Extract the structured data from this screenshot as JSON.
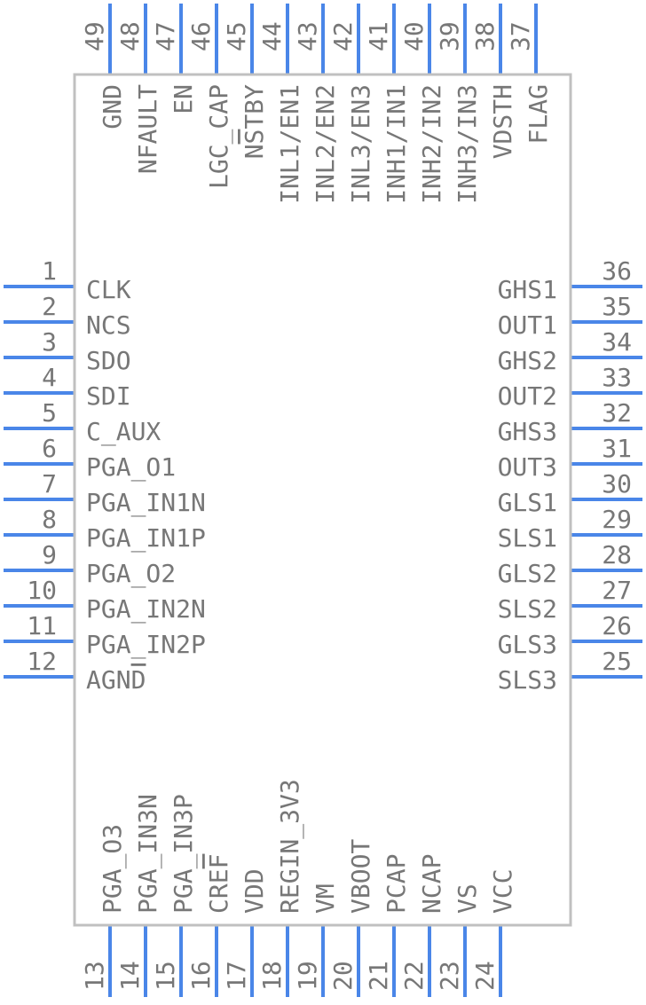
{
  "colors": {
    "pin": "#4a86e8",
    "body": "#c0c0c0",
    "text": "#777777"
  },
  "component": {
    "left_pins": [
      {
        "num": "1",
        "name": "CLK"
      },
      {
        "num": "2",
        "name": "NCS"
      },
      {
        "num": "3",
        "name": "SDO"
      },
      {
        "num": "4",
        "name": "SDI"
      },
      {
        "num": "5",
        "name": "C_AUX"
      },
      {
        "num": "6",
        "name": "PGA_O1"
      },
      {
        "num": "7",
        "name": "PGA_IN1N"
      },
      {
        "num": "8",
        "name": "PGA_IN1P"
      },
      {
        "num": "9",
        "name": "PGA_O2"
      },
      {
        "num": "10",
        "name": "PGA_IN2N"
      },
      {
        "num": "11",
        "name": "PGA_IN2P"
      },
      {
        "num": "12",
        "name": "AGND"
      }
    ],
    "bottom_pins": [
      {
        "num": "13",
        "name": "PGA_O3"
      },
      {
        "num": "14",
        "name": "PGA_IN3N"
      },
      {
        "num": "15",
        "name": "PGA_IN3P"
      },
      {
        "num": "16",
        "name": "CREF"
      },
      {
        "num": "17",
        "name": "VDD"
      },
      {
        "num": "18",
        "name": "REGIN_3V3"
      },
      {
        "num": "19",
        "name": "VM"
      },
      {
        "num": "20",
        "name": "VBOOT"
      },
      {
        "num": "21",
        "name": "PCAP"
      },
      {
        "num": "22",
        "name": "NCAP"
      },
      {
        "num": "23",
        "name": "VS"
      },
      {
        "num": "24",
        "name": "VCC"
      }
    ],
    "right_pins": [
      {
        "num": "25",
        "name": "SLS3"
      },
      {
        "num": "26",
        "name": "GLS3"
      },
      {
        "num": "27",
        "name": "SLS2"
      },
      {
        "num": "28",
        "name": "GLS2"
      },
      {
        "num": "29",
        "name": "SLS1"
      },
      {
        "num": "30",
        "name": "GLS1"
      },
      {
        "num": "31",
        "name": "OUT3"
      },
      {
        "num": "32",
        "name": "GHS3"
      },
      {
        "num": "33",
        "name": "OUT2"
      },
      {
        "num": "34",
        "name": "GHS2"
      },
      {
        "num": "35",
        "name": "OUT1"
      },
      {
        "num": "36",
        "name": "GHS1"
      }
    ],
    "top_pins": [
      {
        "num": "37",
        "name": "FLAG"
      },
      {
        "num": "38",
        "name": "VDSTH"
      },
      {
        "num": "39",
        "name": "INH3/IN3"
      },
      {
        "num": "40",
        "name": "INH2/IN2"
      },
      {
        "num": "41",
        "name": "INH1/IN1"
      },
      {
        "num": "42",
        "name": "INL3/EN3"
      },
      {
        "num": "43",
        "name": "INL2/EN2"
      },
      {
        "num": "44",
        "name": "INL1/EN1"
      },
      {
        "num": "45",
        "name": "NSTBY"
      },
      {
        "num": "46",
        "name": "LGC_CAP"
      },
      {
        "num": "47",
        "name": "EN"
      },
      {
        "num": "48",
        "name": "NFAULT"
      },
      {
        "num": "49",
        "name": "GND"
      }
    ]
  }
}
